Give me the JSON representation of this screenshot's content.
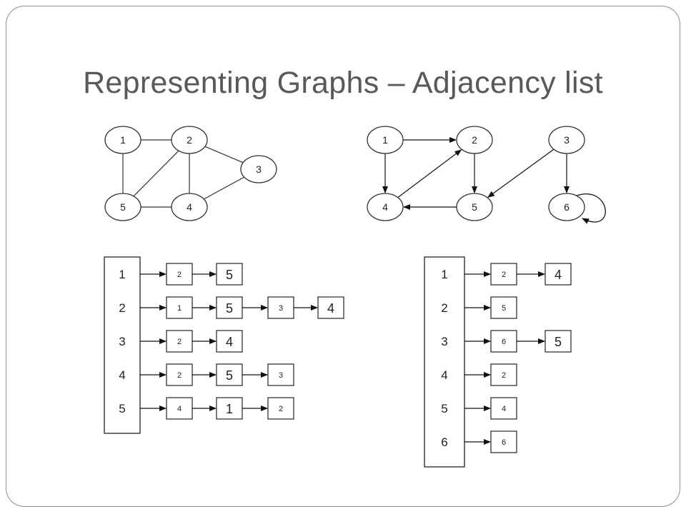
{
  "slide": {
    "title": "Representing Graphs – Adjacency list"
  },
  "undirected_graph": {
    "nodes": [
      "1",
      "2",
      "3",
      "4",
      "5"
    ],
    "edges": [
      [
        "1",
        "2"
      ],
      [
        "1",
        "5"
      ],
      [
        "2",
        "5"
      ],
      [
        "2",
        "4"
      ],
      [
        "2",
        "3"
      ],
      [
        "5",
        "4"
      ],
      [
        "4",
        "3"
      ]
    ]
  },
  "directed_graph": {
    "nodes": [
      "1",
      "2",
      "3",
      "4",
      "5",
      "6"
    ],
    "edges": [
      [
        "1",
        "2"
      ],
      [
        "1",
        "4"
      ],
      [
        "2",
        "5"
      ],
      [
        "3",
        "5"
      ],
      [
        "3",
        "6"
      ],
      [
        "4",
        "2"
      ],
      [
        "5",
        "4"
      ],
      [
        "6",
        "6"
      ]
    ]
  },
  "undirected_list": {
    "heads": [
      "1",
      "2",
      "3",
      "4",
      "5"
    ],
    "rows": [
      [
        "2",
        "5"
      ],
      [
        "1",
        "5",
        "3",
        "4"
      ],
      [
        "2",
        "4"
      ],
      [
        "2",
        "5",
        "3"
      ],
      [
        "4",
        "1",
        "2"
      ]
    ]
  },
  "directed_list": {
    "heads": [
      "1",
      "2",
      "3",
      "4",
      "5",
      "6"
    ],
    "rows": [
      [
        "2",
        "4"
      ],
      [
        "5"
      ],
      [
        "6",
        "5"
      ],
      [
        "2"
      ],
      [
        "4"
      ],
      [
        "6"
      ]
    ]
  }
}
